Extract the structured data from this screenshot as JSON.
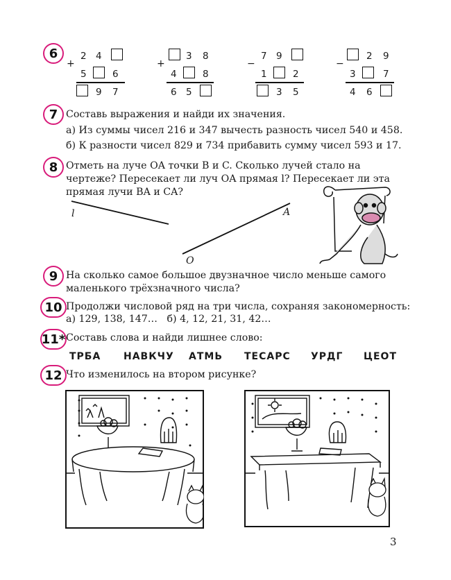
{
  "task6": {
    "number": "6",
    "items": [
      {
        "sign": "+",
        "r1": [
          "2",
          "4"
        ],
        "r2a": "5",
        "r2b": "6",
        "r3": [
          "9",
          "7"
        ]
      },
      {
        "sign": "+",
        "r1": [
          "3",
          "8"
        ],
        "r2a": "4",
        "r2b": "8",
        "r3": [
          "6",
          "5"
        ]
      },
      {
        "sign": "−",
        "r1": [
          "7",
          "9"
        ],
        "r2a": "1",
        "r2b": "2",
        "r3": [
          "3",
          "5"
        ]
      },
      {
        "sign": "−",
        "r1": [
          "2",
          "9"
        ],
        "r2a": "3",
        "r2b": "7",
        "r3": [
          "4",
          "6"
        ]
      }
    ]
  },
  "task7": {
    "number": "7",
    "title": "Составь выражения и найди их значения.",
    "a": "а) Из суммы чисел 216 и 347 вычесть разность чисел 540 и 458.",
    "b": "б) К разности чисел 829 и 734 прибавить сумму чисел 593 и 17."
  },
  "task8": {
    "number": "8",
    "line1": "Отметь на луче OA точки B и C. Сколько лучей стало на",
    "line2": "чертеже? Пересекает ли луч OA прямая l? Пересекает ли эта",
    "line3": "прямая лучи BA и CA?",
    "label_l": "l",
    "label_A": "A",
    "label_O": "O"
  },
  "task9": {
    "number": "9",
    "line1": "На сколько самое большое двузначное число меньше самого",
    "line2": "маленького трёхзначного числа?"
  },
  "task10": {
    "number": "10",
    "line1": "Продолжи числовой ряд на три числа, сохраняя закономерность:",
    "line2": "а) 129, 138, 147…   б) 4, 12, 21, 31, 42…"
  },
  "task11": {
    "number": "11*",
    "title": "Составь слова и найди лишнее слово:",
    "words": [
      "ТРБА",
      "НАВКЧУ",
      "АТМЬ",
      "ТЕСАРС",
      "УРДГ",
      "ЦЕОТ"
    ]
  },
  "task12": {
    "number": "12",
    "title": "Что изменилось на втором рисунке?"
  },
  "page_number": "3",
  "colors": {
    "accent": "#d81b7a"
  }
}
